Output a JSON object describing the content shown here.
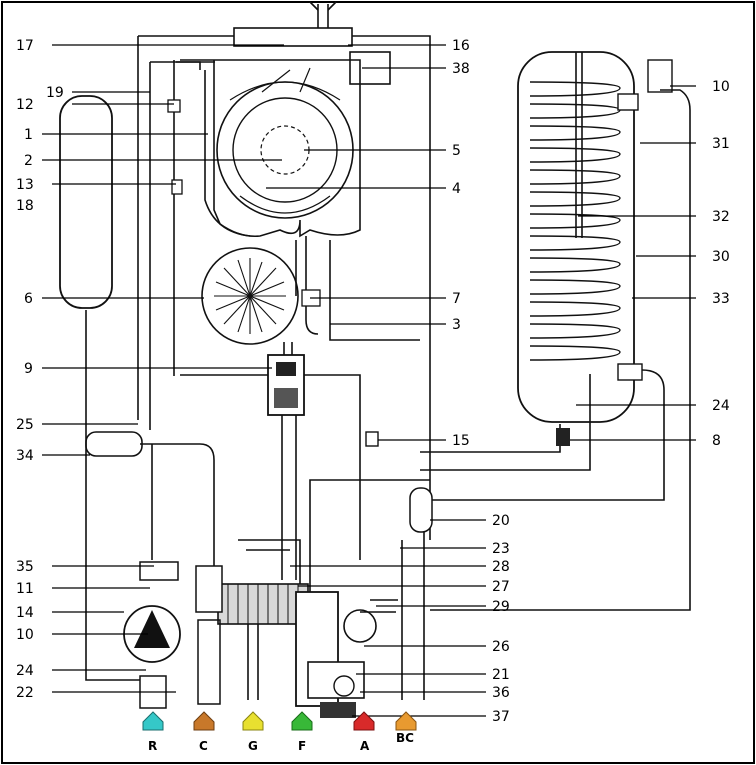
{
  "callouts_left": [
    "17",
    "19",
    "12",
    "1",
    "2",
    "13",
    "18",
    "6",
    "9",
    "25",
    "34",
    "35",
    "11",
    "14",
    "10",
    "24",
    "22"
  ],
  "callouts_right": [
    "16",
    "38",
    "5",
    "4",
    "7",
    "3",
    "15",
    "10",
    "31",
    "32",
    "30",
    "33",
    "24",
    "8",
    "20",
    "23",
    "28",
    "27",
    "29",
    "26",
    "21",
    "36",
    "37"
  ],
  "legend": [
    {
      "code": "R",
      "color": "#35c8c8"
    },
    {
      "code": "C",
      "color": "#c8782a"
    },
    {
      "code": "G",
      "color": "#e8e030"
    },
    {
      "code": "F",
      "color": "#38b838"
    },
    {
      "code": "A",
      "color": "#d82a2a"
    },
    {
      "code": "BC",
      "color": "#e89a30"
    }
  ]
}
